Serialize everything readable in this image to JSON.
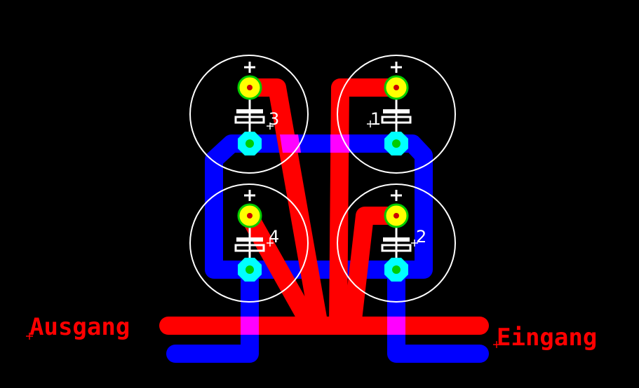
{
  "colors": {
    "background": "#000000",
    "top_copper": "#ff0000",
    "bottom_copper": "#0000ff",
    "overlap": "#ff00ff",
    "silkscreen": "#ffffff",
    "pad_top": "#ffff00",
    "pad_bottom": "#00ffff",
    "drill": "#00cc00",
    "hole": "#cc0000"
  },
  "capacitors": [
    {
      "ref": "3",
      "polarity": "+"
    },
    {
      "ref": "1",
      "polarity": "+"
    },
    {
      "ref": "4",
      "polarity": "+"
    },
    {
      "ref": "2",
      "polarity": "+"
    }
  ],
  "labels": {
    "output": "Ausgang",
    "input": "Eingang"
  }
}
